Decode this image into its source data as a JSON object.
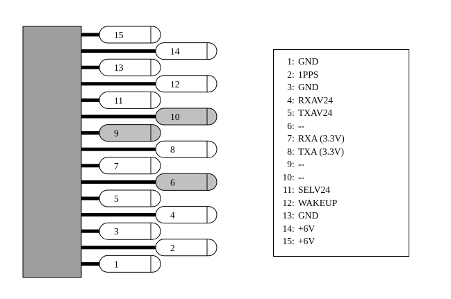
{
  "connector": {
    "pins": [
      {
        "number": "15",
        "side": "near",
        "highlighted": false
      },
      {
        "number": "14",
        "side": "far",
        "highlighted": false
      },
      {
        "number": "13",
        "side": "near",
        "highlighted": false
      },
      {
        "number": "12",
        "side": "far",
        "highlighted": false
      },
      {
        "number": "11",
        "side": "near",
        "highlighted": false
      },
      {
        "number": "10",
        "side": "far",
        "highlighted": true
      },
      {
        "number": "9",
        "side": "near",
        "highlighted": true
      },
      {
        "number": "8",
        "side": "far",
        "highlighted": false
      },
      {
        "number": "7",
        "side": "near",
        "highlighted": false
      },
      {
        "number": "6",
        "side": "far",
        "highlighted": true
      },
      {
        "number": "5",
        "side": "near",
        "highlighted": false
      },
      {
        "number": "4",
        "side": "far",
        "highlighted": false
      },
      {
        "number": "3",
        "side": "near",
        "highlighted": false
      },
      {
        "number": "2",
        "side": "far",
        "highlighted": false
      },
      {
        "number": "1",
        "side": "near",
        "highlighted": false
      }
    ],
    "colors": {
      "body": "#9e9e9e",
      "pin_fill": "#ffffff",
      "pin_highlight": "#c0c0c0",
      "wire": "#000000"
    }
  },
  "legend": {
    "items": [
      {
        "num": "1",
        "label": "GND"
      },
      {
        "num": "2",
        "label": "1PPS"
      },
      {
        "num": "3",
        "label": "GND"
      },
      {
        "num": "4",
        "label": "RXAV24"
      },
      {
        "num": "5",
        "label": "TXAV24"
      },
      {
        "num": "6",
        "label": "--"
      },
      {
        "num": "7",
        "label": "RXA (3.3V)"
      },
      {
        "num": "8",
        "label": "TXA (3.3V)"
      },
      {
        "num": "9",
        "label": "--"
      },
      {
        "num": "10",
        "label": "--"
      },
      {
        "num": "11",
        "label": "SELV24"
      },
      {
        "num": "12",
        "label": "WAKEUP"
      },
      {
        "num": "13",
        "label": "GND"
      },
      {
        "num": "14",
        "label": "+6V"
      },
      {
        "num": "15",
        "label": "+6V"
      }
    ]
  }
}
